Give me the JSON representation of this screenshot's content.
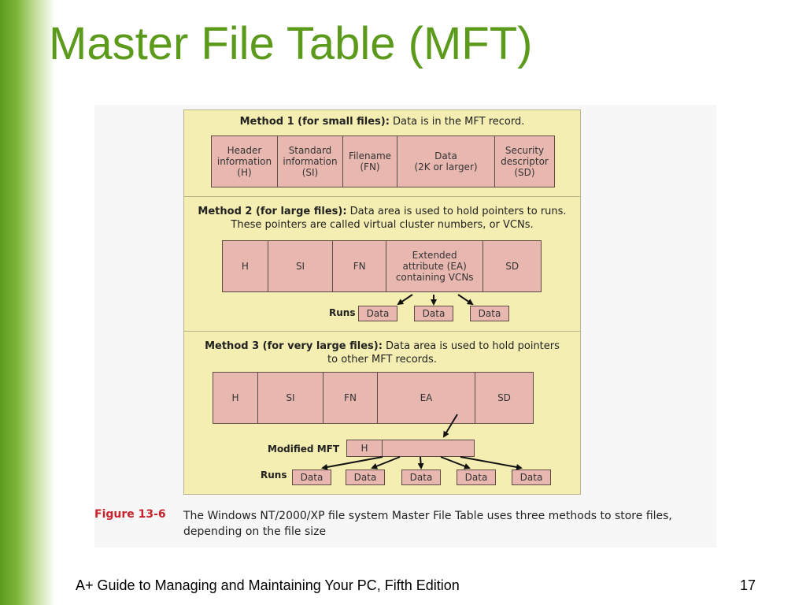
{
  "slide": {
    "title": "Master File Table (MFT)",
    "footer": "A+ Guide to Managing and Maintaining Your PC, Fifth Edition",
    "page_number": "17"
  },
  "figure": {
    "method1": {
      "heading": "Method 1 (for small files):",
      "text": "Data is in the MFT record.",
      "cells": [
        "Header\ninformation\n(H)",
        "Standard\ninformation\n(SI)",
        "Filename\n(FN)",
        "Data\n(2K or larger)",
        "Security\ndescriptor\n(SD)"
      ]
    },
    "method2": {
      "heading": "Method 2 (for large files):",
      "text": "Data area is used to hold pointers to runs.",
      "text2": "These pointers are called virtual cluster numbers, or VCNs.",
      "cells": [
        "H",
        "SI",
        "FN",
        "Extended\nattribute (EA)\ncontaining VCNs",
        "SD"
      ],
      "runs_label": "Runs",
      "runs": [
        "Data",
        "Data",
        "Data"
      ]
    },
    "method3": {
      "heading": "Method 3 (for very large files):",
      "text": "Data area is used to hold pointers",
      "text2": "to other MFT records.",
      "cells": [
        "H",
        "SI",
        "FN",
        "EA",
        "SD"
      ],
      "modified_label": "Modified MFT",
      "modified_h": "H",
      "runs_label": "Runs",
      "runs": [
        "Data",
        "Data",
        "Data",
        "Data",
        "Data"
      ]
    },
    "figure_label": "Figure 13-6",
    "caption": "The Windows NT/2000/XP file system Master File Table uses three methods to store files, depending on the file size"
  }
}
